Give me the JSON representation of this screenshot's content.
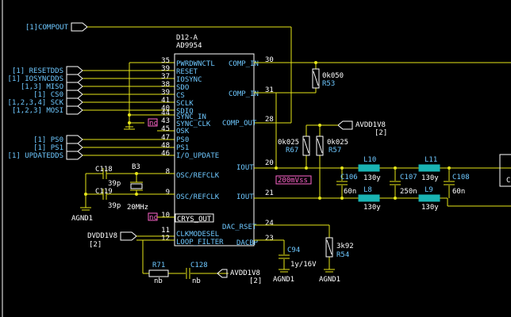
{
  "ports_left": [
    {
      "id": "compout",
      "label": "[1]COMPOUT"
    },
    {
      "id": "resetdds",
      "label": "[1] RESETDDS"
    },
    {
      "id": "iosyncdds",
      "label": "[1] IOSYNCDDS"
    },
    {
      "id": "miso",
      "label": "[1,3] MISO"
    },
    {
      "id": "cs0",
      "label": "[1] CS0"
    },
    {
      "id": "sck",
      "label": "[1,2,3,4] SCK"
    },
    {
      "id": "mosi",
      "label": "[1,2,3] MOSI"
    },
    {
      "id": "ps0",
      "label": "[1] PS0"
    },
    {
      "id": "ps1",
      "label": "[1] PS1"
    },
    {
      "id": "updatedds",
      "label": "[1] UPDATEDDS"
    },
    {
      "id": "dvdd",
      "label": "DVDD1V8"
    },
    {
      "id": "dvdd_ref",
      "label": "[2]"
    }
  ],
  "ic": {
    "ref": "D12-A",
    "part": "AD9954",
    "left_pins": [
      {
        "num": "35",
        "name": "PWRDWNCTL"
      },
      {
        "num": "39",
        "name": "RESET"
      },
      {
        "num": "37",
        "name": "IOSYNC"
      },
      {
        "num": "38",
        "name": "SDO"
      },
      {
        "num": "39",
        "name": "CS"
      },
      {
        "num": "41",
        "name": "SCLK"
      },
      {
        "num": "40",
        "name": "SDIO"
      },
      {
        "num": "44",
        "name": "SYNC_IN"
      },
      {
        "num": "43",
        "name": "SYNC_CLK"
      },
      {
        "num": "45",
        "name": "OSK"
      },
      {
        "num": "47",
        "name": "PS0"
      },
      {
        "num": "48",
        "name": "PS1"
      },
      {
        "num": "46",
        "name": "I/O_UPDATE"
      },
      {
        "num": "8",
        "name": "OSC/REFCLK"
      },
      {
        "num": "9",
        "name": "OSC/REFCLK"
      },
      {
        "num": "10",
        "name": "CRYS_OUT"
      },
      {
        "num": "11",
        "name": "CLKMODESEL"
      },
      {
        "num": "12",
        "name": "LOOP_FILTER"
      }
    ],
    "right_pins": [
      {
        "num": "30",
        "name": "COMP_IN"
      },
      {
        "num": "31",
        "name": "COMP_IN"
      },
      {
        "num": "28",
        "name": "COMP_OUT"
      },
      {
        "num": "20",
        "name": "IOUT"
      },
      {
        "num": "21",
        "name": "IOUT"
      },
      {
        "num": "24",
        "name": "DAC_RSET"
      },
      {
        "num": "23",
        "name": "DACBP"
      }
    ],
    "nc_marks": [
      "nc",
      "nc"
    ]
  },
  "components": {
    "r53": {
      "value": "0k050",
      "ref": "R53"
    },
    "r67": {
      "value": "0k025",
      "ref": "R67"
    },
    "r57": {
      "value": "0k025",
      "ref": "R57"
    },
    "avdd_top": {
      "net": "AVDD1V8",
      "ref": "[2]"
    },
    "amp_label": "200mVss",
    "l10": {
      "ref": "L10",
      "value": "130y"
    },
    "l8": {
      "ref": "L8",
      "value": "130y"
    },
    "l11": {
      "ref": "L11",
      "value": "130y"
    },
    "l9": {
      "ref": "L9",
      "value": "130y"
    },
    "c106": {
      "ref": "C106",
      "value": "60n"
    },
    "c107": {
      "ref": "C107",
      "value": "250n"
    },
    "c108": {
      "ref": "C108",
      "value": "60n"
    },
    "c118": {
      "ref": "C118",
      "value": "39p"
    },
    "c119": {
      "ref": "C119",
      "value": "39p"
    },
    "b3": {
      "ref": "B3",
      "value": "20MHz"
    },
    "agnd_left": "AGND1",
    "c94": {
      "ref": "C94",
      "value": "1y/16V"
    },
    "agnd_c94": "AGND1",
    "r54": {
      "value": "3k92",
      "ref": "R54"
    },
    "agnd_r54": "AGND1",
    "r71": {
      "ref": "R71",
      "value": "nb"
    },
    "c128": {
      "ref": "C128",
      "value": "nb"
    },
    "avdd_bottom": {
      "net": "AVDD1V8",
      "ref": "[2]"
    },
    "edge_label": "C"
  }
}
